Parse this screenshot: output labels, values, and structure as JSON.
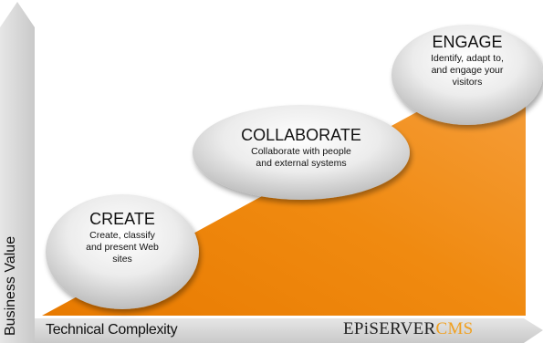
{
  "axes": {
    "y_label": "Business Value",
    "x_label": "Technical Complexity"
  },
  "brand": {
    "part1": "EPiSERVER",
    "part2": "CMS",
    "color_dark": "#1f1f1f",
    "color_accent": "#f0a020"
  },
  "stages": [
    {
      "title": "CREATE",
      "description_lines": [
        "Create, classify",
        "and present Web",
        "sites"
      ]
    },
    {
      "title": "COLLABORATE",
      "description_lines": [
        "Collaborate with people",
        "and external systems"
      ]
    },
    {
      "title": "ENGAGE",
      "description_lines": [
        "Identify, adapt to,",
        "and engage your",
        "visitors"
      ]
    }
  ],
  "colors": {
    "fill_orange": "#f08a10",
    "axis_gray": "#d4d4d4"
  }
}
